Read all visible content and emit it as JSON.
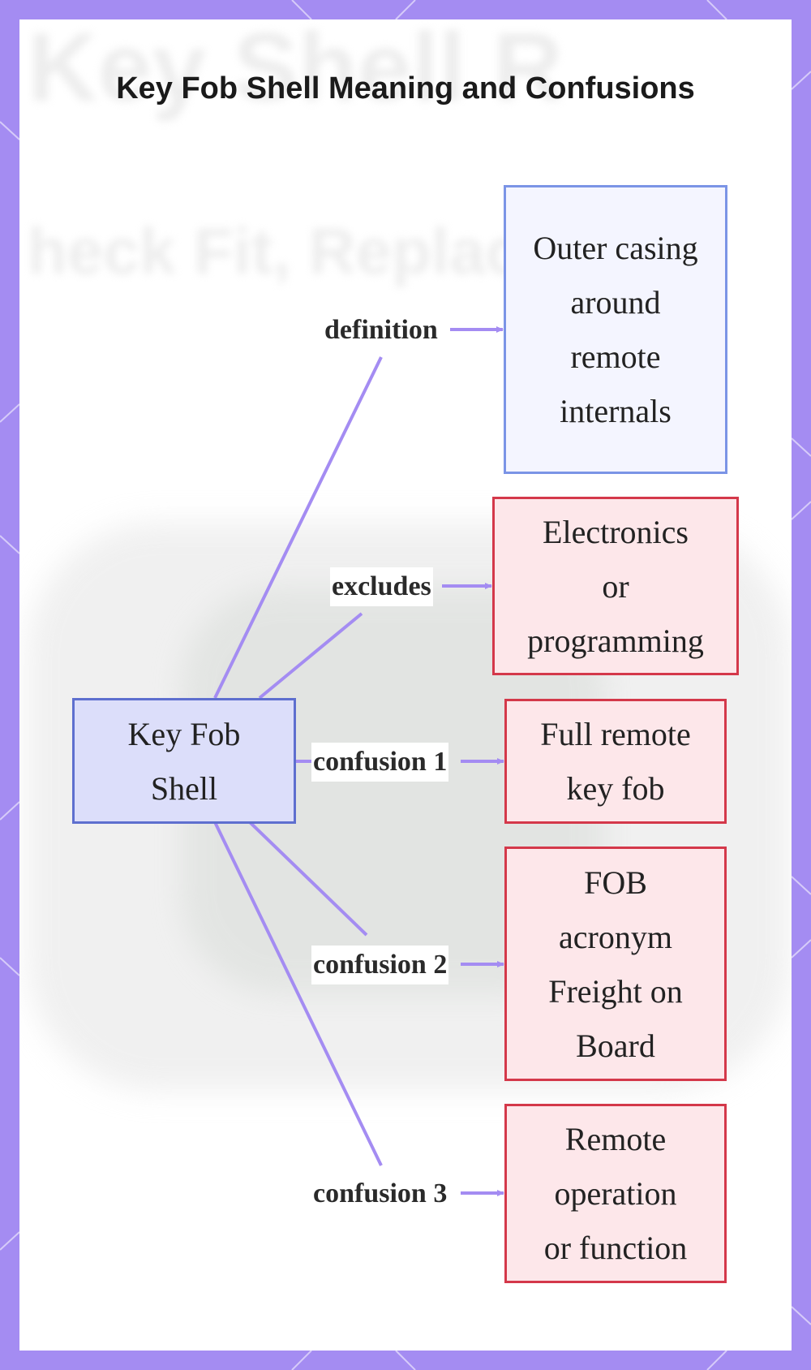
{
  "title": "Key Fob Shell Meaning and Confusions",
  "colors": {
    "frame": "#a48cf2",
    "edge": "#a48cf2",
    "center_fill": "#dcdefa",
    "center_border": "#5e6fcf",
    "definition_fill": "#f4f5ff",
    "definition_border": "#7b94e6",
    "warning_fill": "#fde7ea",
    "warning_border": "#d4384a"
  },
  "nodes": {
    "center": "Key Fob\nShell",
    "definition": "Outer casing\naround\nremote\ninternals",
    "excludes": "Electronics\nor\nprogramming",
    "confusion1": "Full remote\nkey fob",
    "confusion2": "FOB\nacronym\nFreight on\nBoard",
    "confusion3": "Remote\noperation\nor function"
  },
  "edges": {
    "definition": "definition",
    "excludes": "excludes",
    "confusion1": "confusion 1",
    "confusion2": "confusion 2",
    "confusion3": "confusion 3"
  }
}
